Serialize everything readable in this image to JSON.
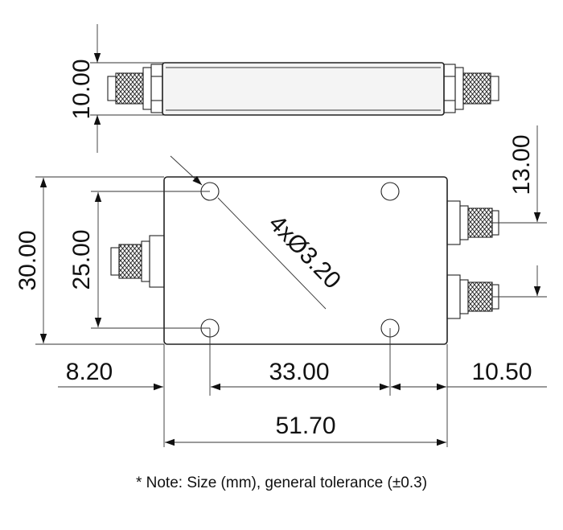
{
  "dimensions": {
    "side_height": "10.00",
    "connector_spacing": "13.00",
    "body_height": "30.00",
    "hole_spacing_vertical": "25.00",
    "hole_callout": "4xØ3.20",
    "left_offset": "8.20",
    "hole_spacing_horizontal": "33.00",
    "right_offset": "10.50",
    "body_width": "51.70"
  },
  "note": "* Note: Size (mm), general tolerance (±0.3)"
}
